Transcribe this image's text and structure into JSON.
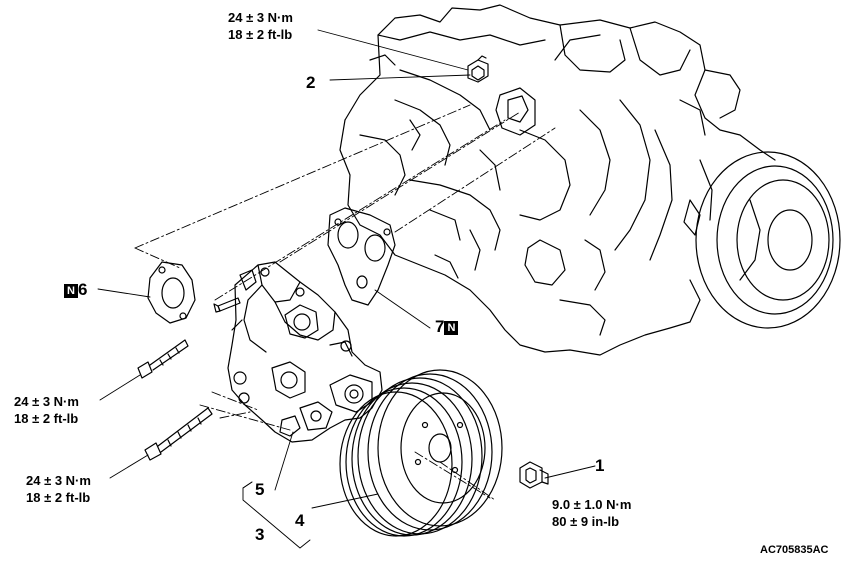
{
  "torque_specs": {
    "bolt_top": {
      "line1": "24 ± 3 N·m",
      "line2": "18 ± 2 ft-lb"
    },
    "bolt_mid": {
      "line1": "24 ± 3 N·m",
      "line2": "18 ± 2 ft-lb"
    },
    "bolt_low": {
      "line1": "24 ± 3 N·m",
      "line2": "18 ± 2 ft-lb"
    },
    "pulley_bolt": {
      "line1": "9.0 ± 1.0 N·m",
      "line2": "80 ± 9 in-lb"
    }
  },
  "callouts": {
    "c1": "1",
    "c2": "2",
    "c3": "3",
    "c4": "4",
    "c5": "5",
    "c6": "6",
    "c7": "7"
  },
  "new_part_marker": "N",
  "figure_code": "AC705835AC"
}
